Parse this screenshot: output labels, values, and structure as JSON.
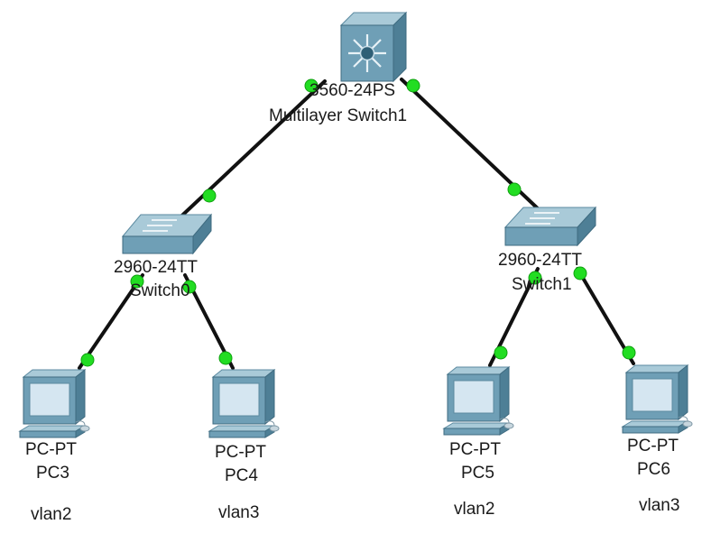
{
  "devices": {
    "mls": {
      "model": "3560-24PS",
      "name": "Multilayer Switch1"
    },
    "sw0": {
      "model": "2960-24TT",
      "name": "Switch0"
    },
    "sw1": {
      "model": "2960-24TT",
      "name": "Switch1"
    },
    "pc3": {
      "model": "PC-PT",
      "name": "PC3",
      "vlan": "vlan2"
    },
    "pc4": {
      "model": "PC-PT",
      "name": "PC4",
      "vlan": "vlan3"
    },
    "pc5": {
      "model": "PC-PT",
      "name": "PC5",
      "vlan": "vlan2"
    },
    "pc6": {
      "model": "PC-PT",
      "name": "PC6",
      "vlan": "vlan3"
    }
  },
  "links": [
    {
      "from": "mls",
      "to": "sw0"
    },
    {
      "from": "mls",
      "to": "sw1"
    },
    {
      "from": "sw0",
      "to": "pc3"
    },
    {
      "from": "sw0",
      "to": "pc4"
    },
    {
      "from": "sw1",
      "to": "pc5"
    },
    {
      "from": "sw1",
      "to": "pc6"
    }
  ],
  "colors": {
    "cable": "#111111",
    "link_up": "#22dd22",
    "device_face": "#6f9fb6",
    "device_top": "#a9cad8",
    "device_side": "#4e7f96",
    "screen": "#d5e6f1"
  }
}
